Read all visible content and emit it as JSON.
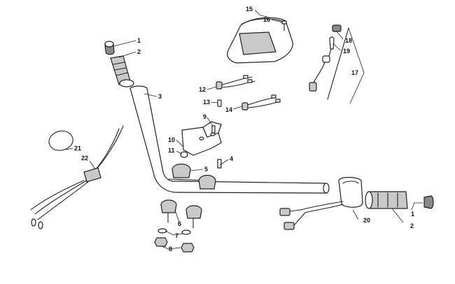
{
  "callouts": [
    {
      "id": "c1a",
      "label": "1"
    },
    {
      "id": "c2a",
      "label": "2"
    },
    {
      "id": "c3",
      "label": "3"
    },
    {
      "id": "c4",
      "label": "4"
    },
    {
      "id": "c5",
      "label": "5"
    },
    {
      "id": "c6",
      "label": "6"
    },
    {
      "id": "c7",
      "label": "7"
    },
    {
      "id": "c8",
      "label": "8"
    },
    {
      "id": "c9",
      "label": "9"
    },
    {
      "id": "c10",
      "label": "10"
    },
    {
      "id": "c11",
      "label": "11"
    },
    {
      "id": "c12",
      "label": "12"
    },
    {
      "id": "c13",
      "label": "13"
    },
    {
      "id": "c14",
      "label": "14"
    },
    {
      "id": "c15",
      "label": "15"
    },
    {
      "id": "c16",
      "label": "16"
    },
    {
      "id": "c17",
      "label": "17"
    },
    {
      "id": "c18",
      "label": "18"
    },
    {
      "id": "c19",
      "label": "19"
    },
    {
      "id": "c20",
      "label": "20"
    },
    {
      "id": "c21",
      "label": "21"
    },
    {
      "id": "c22",
      "label": "22"
    },
    {
      "id": "c1b",
      "label": "1"
    },
    {
      "id": "c2b",
      "label": "2"
    }
  ]
}
